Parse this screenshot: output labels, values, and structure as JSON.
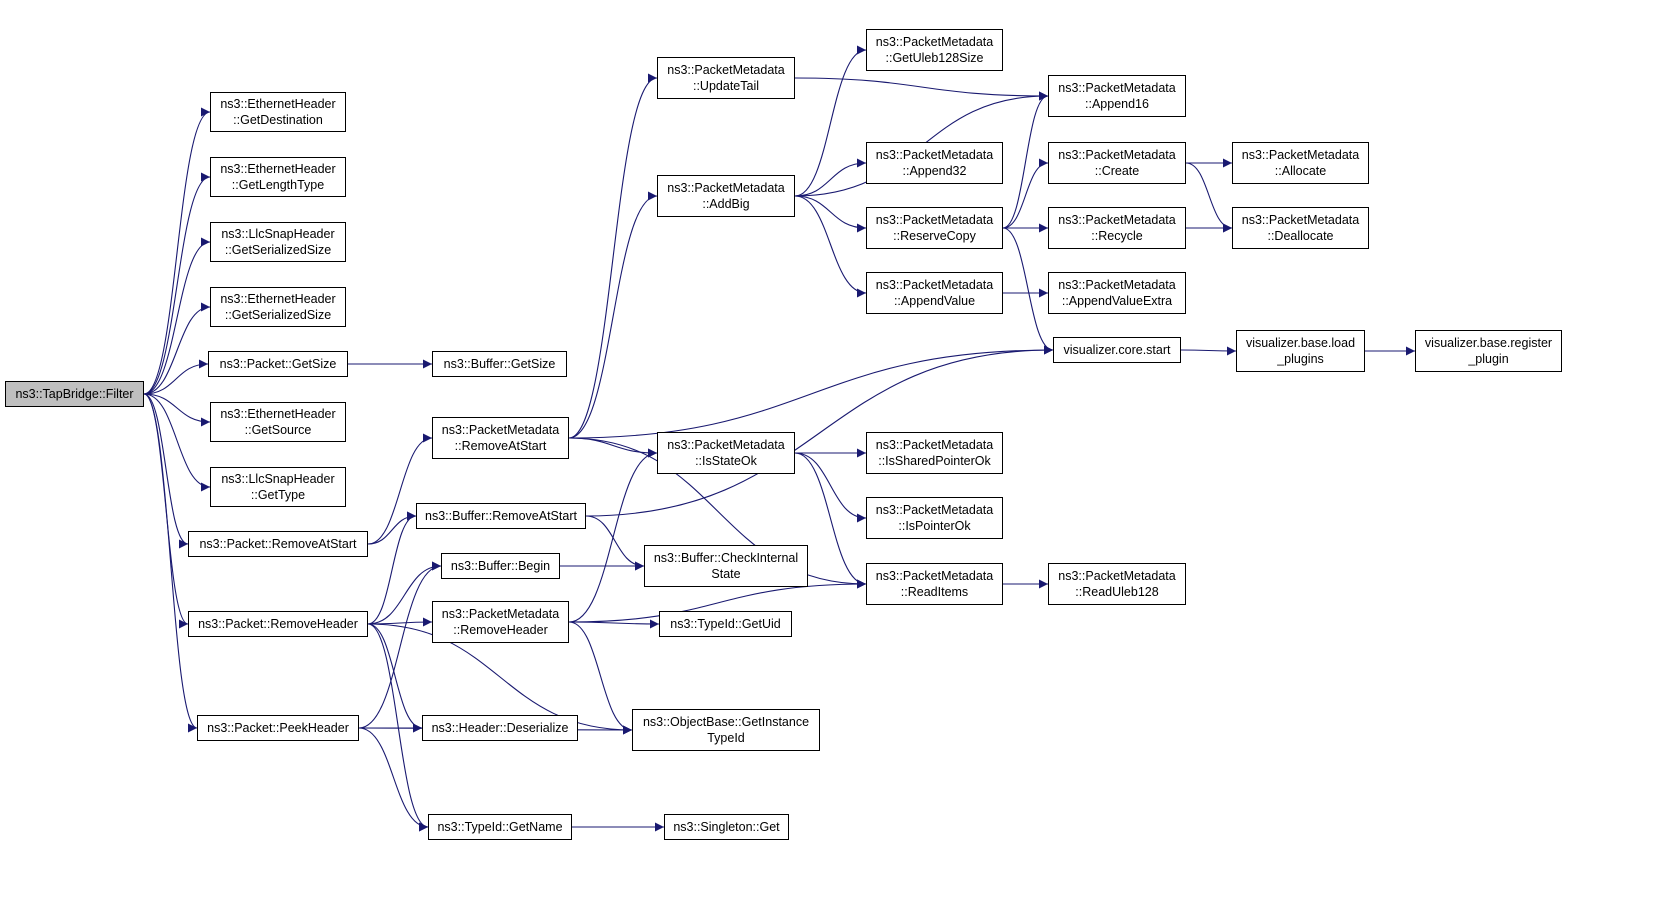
{
  "nodes": [
    {
      "id": "filter",
      "lines": [
        "ns3::TapBridge::Filter"
      ],
      "root": true
    },
    {
      "id": "eth_getdest",
      "lines": [
        "ns3::EthernetHeader",
        "::GetDestination"
      ]
    },
    {
      "id": "eth_getlen",
      "lines": [
        "ns3::EthernetHeader",
        "::GetLengthType"
      ]
    },
    {
      "id": "llc_getser",
      "lines": [
        "ns3::LlcSnapHeader",
        "::GetSerializedSize"
      ]
    },
    {
      "id": "eth_getser",
      "lines": [
        "ns3::EthernetHeader",
        "::GetSerializedSize"
      ]
    },
    {
      "id": "pkt_getsize",
      "lines": [
        "ns3::Packet::GetSize"
      ]
    },
    {
      "id": "buf_getsize",
      "lines": [
        "ns3::Buffer::GetSize"
      ]
    },
    {
      "id": "eth_getsrc",
      "lines": [
        "ns3::EthernetHeader",
        "::GetSource"
      ]
    },
    {
      "id": "llc_gettype",
      "lines": [
        "ns3::LlcSnapHeader",
        "::GetType"
      ]
    },
    {
      "id": "pkt_remstart",
      "lines": [
        "ns3::Packet::RemoveAtStart"
      ]
    },
    {
      "id": "pkt_remhdr",
      "lines": [
        "ns3::Packet::RemoveHeader"
      ]
    },
    {
      "id": "pkt_peekhdr",
      "lines": [
        "ns3::Packet::PeekHeader"
      ]
    },
    {
      "id": "pm_remstart",
      "lines": [
        "ns3::PacketMetadata",
        "::RemoveAtStart"
      ]
    },
    {
      "id": "buf_remstart",
      "lines": [
        "ns3::Buffer::RemoveAtStart"
      ]
    },
    {
      "id": "buf_begin",
      "lines": [
        "ns3::Buffer::Begin"
      ]
    },
    {
      "id": "pm_remhdr",
      "lines": [
        "ns3::PacketMetadata",
        "::RemoveHeader"
      ]
    },
    {
      "id": "hdr_deser",
      "lines": [
        "ns3::Header::Deserialize"
      ]
    },
    {
      "id": "tid_getname",
      "lines": [
        "ns3::TypeId::GetName"
      ]
    },
    {
      "id": "pm_updtail",
      "lines": [
        "ns3::PacketMetadata",
        "::UpdateTail"
      ]
    },
    {
      "id": "pm_addbig",
      "lines": [
        "ns3::PacketMetadata",
        "::AddBig"
      ]
    },
    {
      "id": "pm_isstate",
      "lines": [
        "ns3::PacketMetadata",
        "::IsStateOk"
      ]
    },
    {
      "id": "buf_check",
      "lines": [
        "ns3::Buffer::CheckInternal",
        "State"
      ]
    },
    {
      "id": "tid_getuid",
      "lines": [
        "ns3::TypeId::GetUid"
      ]
    },
    {
      "id": "ob_getinst",
      "lines": [
        "ns3::ObjectBase::GetInstance",
        "TypeId"
      ]
    },
    {
      "id": "singleton",
      "lines": [
        "ns3::Singleton::Get"
      ]
    },
    {
      "id": "pm_getuleb",
      "lines": [
        "ns3::PacketMetadata",
        "::GetUleb128Size"
      ]
    },
    {
      "id": "pm_append32",
      "lines": [
        "ns3::PacketMetadata",
        "::Append32"
      ]
    },
    {
      "id": "pm_rescopy",
      "lines": [
        "ns3::PacketMetadata",
        "::ReserveCopy"
      ]
    },
    {
      "id": "pm_appval",
      "lines": [
        "ns3::PacketMetadata",
        "::AppendValue"
      ]
    },
    {
      "id": "pm_isshared",
      "lines": [
        "ns3::PacketMetadata",
        "::IsSharedPointerOk"
      ]
    },
    {
      "id": "pm_isptr",
      "lines": [
        "ns3::PacketMetadata",
        "::IsPointerOk"
      ]
    },
    {
      "id": "pm_readitems",
      "lines": [
        "ns3::PacketMetadata",
        "::ReadItems"
      ]
    },
    {
      "id": "pm_append16",
      "lines": [
        "ns3::PacketMetadata",
        "::Append16"
      ]
    },
    {
      "id": "pm_create",
      "lines": [
        "ns3::PacketMetadata",
        "::Create"
      ]
    },
    {
      "id": "pm_recycle",
      "lines": [
        "ns3::PacketMetadata",
        "::Recycle"
      ]
    },
    {
      "id": "pm_appvalx",
      "lines": [
        "ns3::PacketMetadata",
        "::AppendValueExtra"
      ]
    },
    {
      "id": "viz_start",
      "lines": [
        "visualizer.core.start"
      ]
    },
    {
      "id": "pm_readuleb",
      "lines": [
        "ns3::PacketMetadata",
        "::ReadUleb128"
      ]
    },
    {
      "id": "pm_alloc",
      "lines": [
        "ns3::PacketMetadata",
        "::Allocate"
      ]
    },
    {
      "id": "pm_dealloc",
      "lines": [
        "ns3::PacketMetadata",
        "::Deallocate"
      ]
    },
    {
      "id": "viz_load",
      "lines": [
        "visualizer.base.load",
        "_plugins"
      ]
    },
    {
      "id": "viz_reg",
      "lines": [
        "visualizer.base.register",
        "_plugin"
      ]
    }
  ],
  "edges": [
    [
      "filter",
      "eth_getdest"
    ],
    [
      "filter",
      "eth_getlen"
    ],
    [
      "filter",
      "llc_getser"
    ],
    [
      "filter",
      "eth_getser"
    ],
    [
      "filter",
      "pkt_getsize"
    ],
    [
      "filter",
      "eth_getsrc"
    ],
    [
      "filter",
      "llc_gettype"
    ],
    [
      "filter",
      "pkt_remstart"
    ],
    [
      "filter",
      "pkt_remhdr"
    ],
    [
      "filter",
      "pkt_peekhdr"
    ],
    [
      "pkt_getsize",
      "buf_getsize"
    ],
    [
      "pkt_remstart",
      "pm_remstart"
    ],
    [
      "pkt_remstart",
      "buf_remstart"
    ],
    [
      "pkt_remhdr",
      "buf_remstart"
    ],
    [
      "pkt_remhdr",
      "buf_begin"
    ],
    [
      "pkt_remhdr",
      "pm_remhdr"
    ],
    [
      "pkt_remhdr",
      "hdr_deser"
    ],
    [
      "pkt_remhdr",
      "tid_getname"
    ],
    [
      "pkt_remhdr",
      "ob_getinst"
    ],
    [
      "pkt_peekhdr",
      "buf_begin"
    ],
    [
      "pkt_peekhdr",
      "hdr_deser"
    ],
    [
      "pkt_peekhdr",
      "tid_getname"
    ],
    [
      "pkt_peekhdr",
      "ob_getinst"
    ],
    [
      "pm_remstart",
      "pm_updtail"
    ],
    [
      "pm_remstart",
      "pm_addbig"
    ],
    [
      "pm_remstart",
      "pm_isstate"
    ],
    [
      "pm_remstart",
      "viz_start"
    ],
    [
      "pm_remstart",
      "pm_readitems"
    ],
    [
      "buf_remstart",
      "buf_check"
    ],
    [
      "buf_remstart",
      "viz_start"
    ],
    [
      "buf_begin",
      "buf_check"
    ],
    [
      "pm_remhdr",
      "pm_isstate"
    ],
    [
      "pm_remhdr",
      "tid_getuid"
    ],
    [
      "pm_remhdr",
      "pm_readitems"
    ],
    [
      "pm_remhdr",
      "ob_getinst"
    ],
    [
      "tid_getname",
      "singleton"
    ],
    [
      "pm_updtail",
      "pm_append16"
    ],
    [
      "pm_addbig",
      "pm_getuleb"
    ],
    [
      "pm_addbig",
      "pm_append16"
    ],
    [
      "pm_addbig",
      "pm_append32"
    ],
    [
      "pm_addbig",
      "pm_rescopy"
    ],
    [
      "pm_addbig",
      "pm_appval"
    ],
    [
      "pm_isstate",
      "pm_isshared"
    ],
    [
      "pm_isstate",
      "pm_isptr"
    ],
    [
      "pm_isstate",
      "pm_readitems"
    ],
    [
      "pm_rescopy",
      "pm_append16"
    ],
    [
      "pm_rescopy",
      "pm_create"
    ],
    [
      "pm_rescopy",
      "pm_recycle"
    ],
    [
      "pm_rescopy",
      "viz_start"
    ],
    [
      "pm_appval",
      "pm_appvalx"
    ],
    [
      "pm_readitems",
      "pm_readuleb"
    ],
    [
      "pm_create",
      "pm_alloc"
    ],
    [
      "pm_create",
      "pm_dealloc"
    ],
    [
      "pm_recycle",
      "pm_dealloc"
    ],
    [
      "viz_start",
      "viz_load"
    ],
    [
      "viz_load",
      "viz_reg"
    ]
  ],
  "colors": {
    "edge": "#191970",
    "node_border": "#000000",
    "node_fill": "#ffffff",
    "root_fill": "#bfbfbf"
  }
}
